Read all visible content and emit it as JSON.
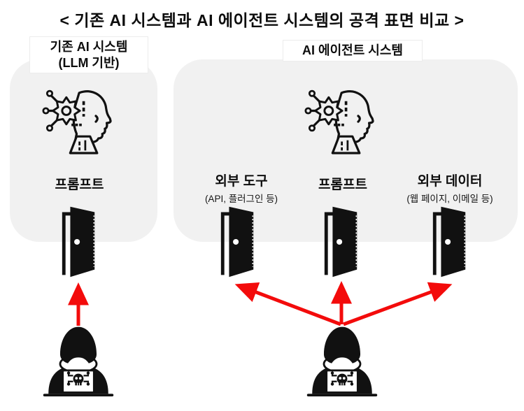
{
  "title": "< 기존 AI 시스템과 AI 에이전트 시스템의 공격 표면 비교 >",
  "legacy_system": {
    "header_line1": "기존 AI 시스템",
    "header_line2": "(LLM 기반)",
    "attack_surfaces": [
      {
        "label": "프롬프트",
        "sub": ""
      }
    ]
  },
  "agent_system": {
    "header": "AI 에이전트 시스템",
    "attack_surfaces": [
      {
        "label": "외부 도구",
        "sub": "(API, 플러그인 등)"
      },
      {
        "label": "프롬프트",
        "sub": ""
      },
      {
        "label": "외부 데이터",
        "sub": "(웹 페이지, 이메일 등)"
      }
    ]
  },
  "icons": {
    "ai_head": "ai-brain-head-icon",
    "door": "open-door-icon",
    "hacker": "hacker-icon"
  },
  "colors": {
    "panel_bg": "#f1f1f1",
    "arrow_red": "#f30b0b",
    "icon_black": "#111111"
  }
}
